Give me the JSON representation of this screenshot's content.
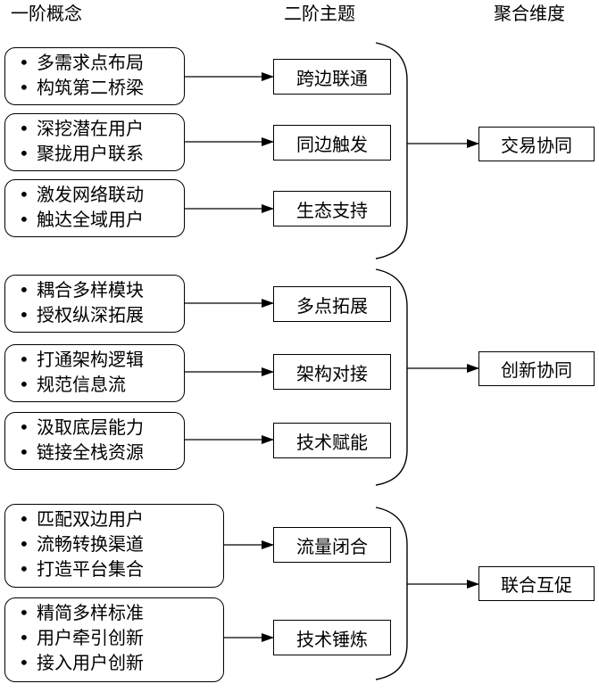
{
  "headers": {
    "first_order": "一阶概念",
    "second_order": "二阶主题",
    "aggregate": "聚合维度"
  },
  "groups": [
    {
      "aggregate": "交易协同",
      "themes": [
        {
          "title": "跨边联通",
          "concepts": [
            "多需求点布局",
            "构筑第二桥梁"
          ]
        },
        {
          "title": "同边触发",
          "concepts": [
            "深挖潜在用户",
            "聚拢用户联系"
          ]
        },
        {
          "title": "生态支持",
          "concepts": [
            "激发网络联动",
            "触达全域用户"
          ]
        }
      ]
    },
    {
      "aggregate": "创新协同",
      "themes": [
        {
          "title": "多点拓展",
          "concepts": [
            "耦合多样模块",
            "授权纵深拓展"
          ]
        },
        {
          "title": "架构对接",
          "concepts": [
            "打通架构逻辑",
            "规范信息流"
          ]
        },
        {
          "title": "技术赋能",
          "concepts": [
            "汲取底层能力",
            "链接全栈资源"
          ]
        }
      ]
    },
    {
      "aggregate": "联合互促",
      "themes": [
        {
          "title": "流量闭合",
          "concepts": [
            "匹配双边用户",
            "流畅转换渠道",
            "打造平台集合"
          ]
        },
        {
          "title": "技术锤炼",
          "concepts": [
            "精简多样标准",
            "用户牵引创新",
            "接入用户创新"
          ]
        }
      ]
    }
  ]
}
